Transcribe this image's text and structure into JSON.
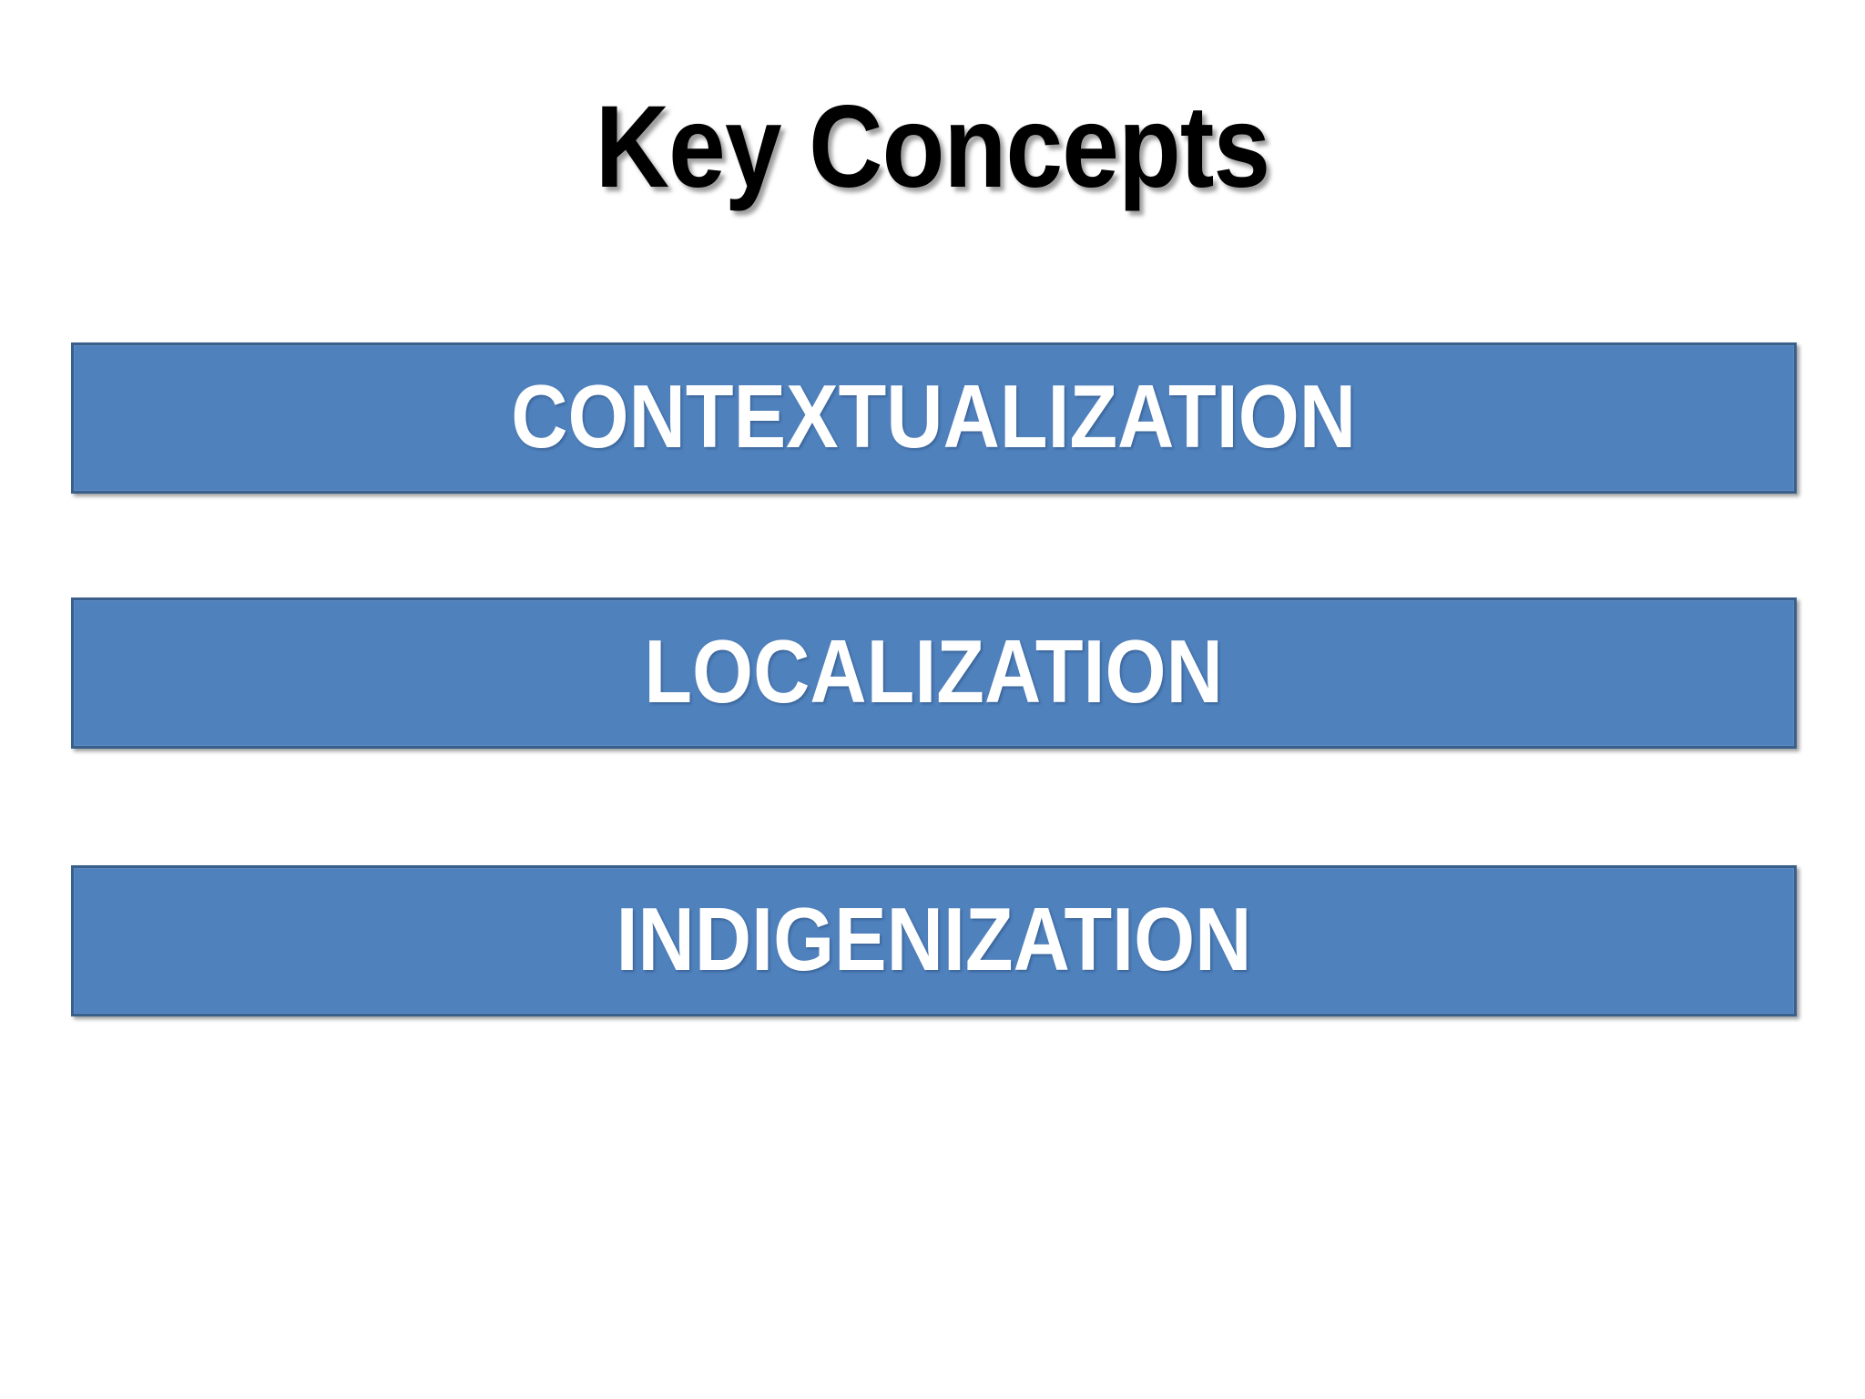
{
  "slide": {
    "title": "Key Concepts",
    "background_color": "#FFFFFF",
    "title_color": "#000000",
    "bar_fill_color": "#4F81BD",
    "bar_border_color": "#3A5F8A",
    "bar_text_color": "#FFFFFF",
    "concepts": [
      {
        "label": "CONTEXTUALIZATION"
      },
      {
        "label": "LOCALIZATION"
      },
      {
        "label": "INDIGENIZATION"
      }
    ]
  }
}
